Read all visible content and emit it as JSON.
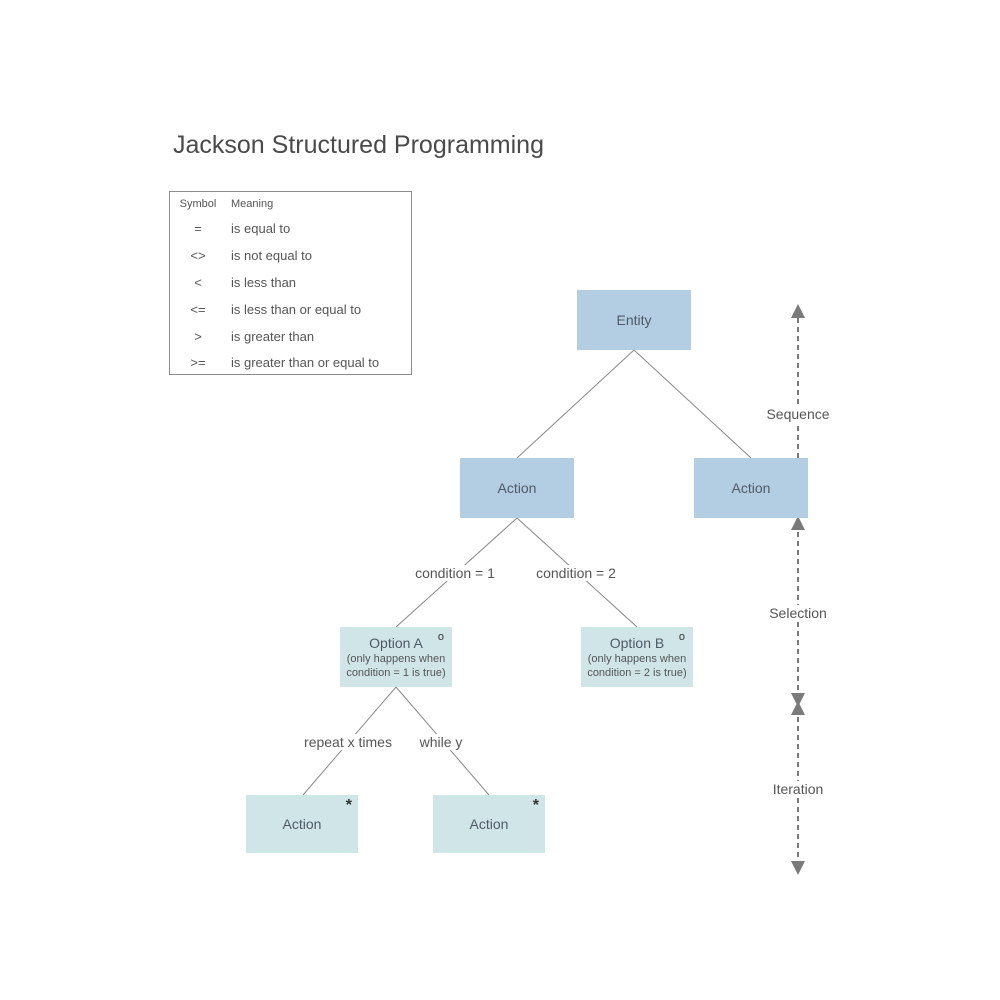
{
  "title": "Jackson Structured Programming",
  "legend": {
    "headers": {
      "symbol": "Symbol",
      "meaning": "Meaning"
    },
    "rows": [
      {
        "symbol": "=",
        "meaning": "is equal to"
      },
      {
        "symbol": "<>",
        "meaning": "is not equal to"
      },
      {
        "symbol": "<",
        "meaning": "is less than"
      },
      {
        "symbol": "<=",
        "meaning": "is less than or equal to"
      },
      {
        "symbol": ">",
        "meaning": "is greater than"
      },
      {
        "symbol": ">=",
        "meaning": "is greater than or equal to"
      }
    ]
  },
  "nodes": {
    "entity": "Entity",
    "action_left": "Action",
    "action_right": "Action",
    "option_a": {
      "title": "Option A",
      "detail": "(only happens when condition = 1 is true)",
      "marker": "o"
    },
    "option_b": {
      "title": "Option B",
      "detail": "(only happens when condition = 2 is true)",
      "marker": "o"
    },
    "action_repeat": {
      "title": "Action",
      "marker": "*"
    },
    "action_while": {
      "title": "Action",
      "marker": "*"
    }
  },
  "edge_labels": {
    "condition_1": "condition = 1",
    "condition_2": "condition = 2",
    "repeat": "repeat x times",
    "while": "while y"
  },
  "side_labels": {
    "sequence": "Sequence",
    "selection": "Selection",
    "iteration": "Iteration"
  },
  "colors": {
    "sequence_box": "#b3cde3",
    "selection_box": "#cfe5e8",
    "connector": "#888888",
    "arrow": "#7a7a7a"
  }
}
